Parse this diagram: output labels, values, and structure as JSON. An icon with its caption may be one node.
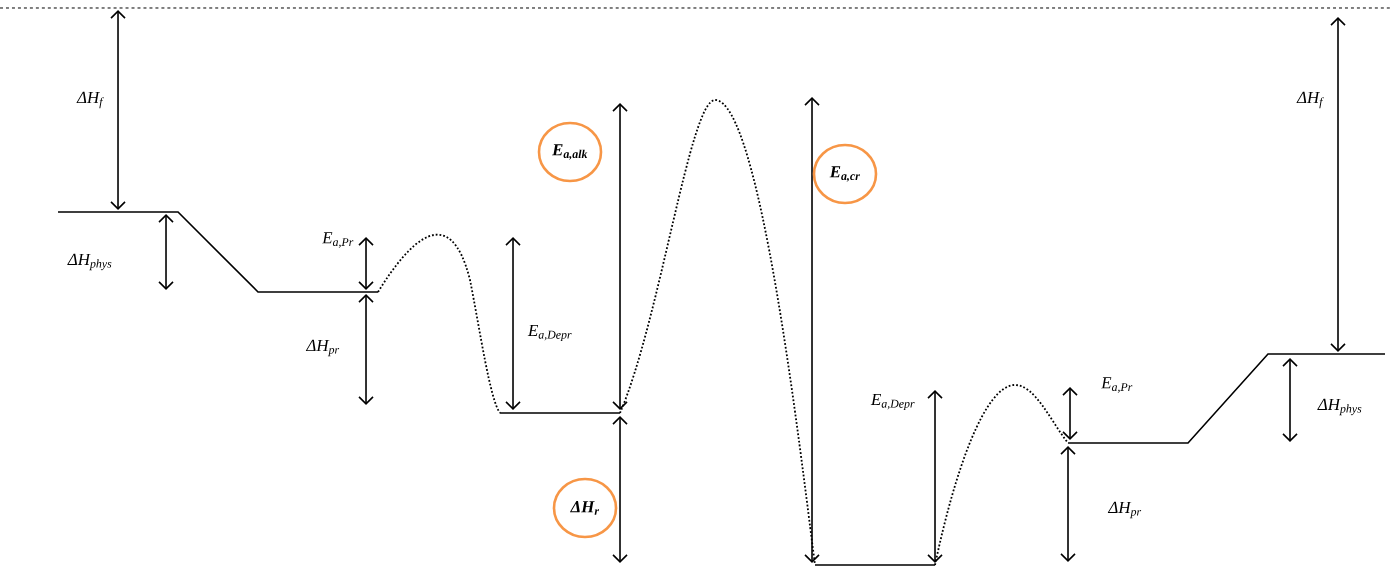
{
  "diagram": {
    "nodes": [
      {
        "text": [
          "E$_{a,alk}$"
        ]
      },
      {
        "text": [
          "E$_{a,cr}$"
        ]
      },
      {
        "text": [
          "ΔH$_{r}$"
        ]
      }
    ],
    "labels": [
      "ΔH$_{f}$",
      "ΔH$_{phys}$",
      "E$_{a,Pr}$",
      "ΔH$_{pr}$",
      "E$_{a,Depr}$",
      "E$_{a,Depr}$",
      "E$_{a,Pr}$",
      "ΔH$_{pr}$",
      "ΔH$_{phys}$",
      "ΔH$_{f}$"
    ]
  }
}
